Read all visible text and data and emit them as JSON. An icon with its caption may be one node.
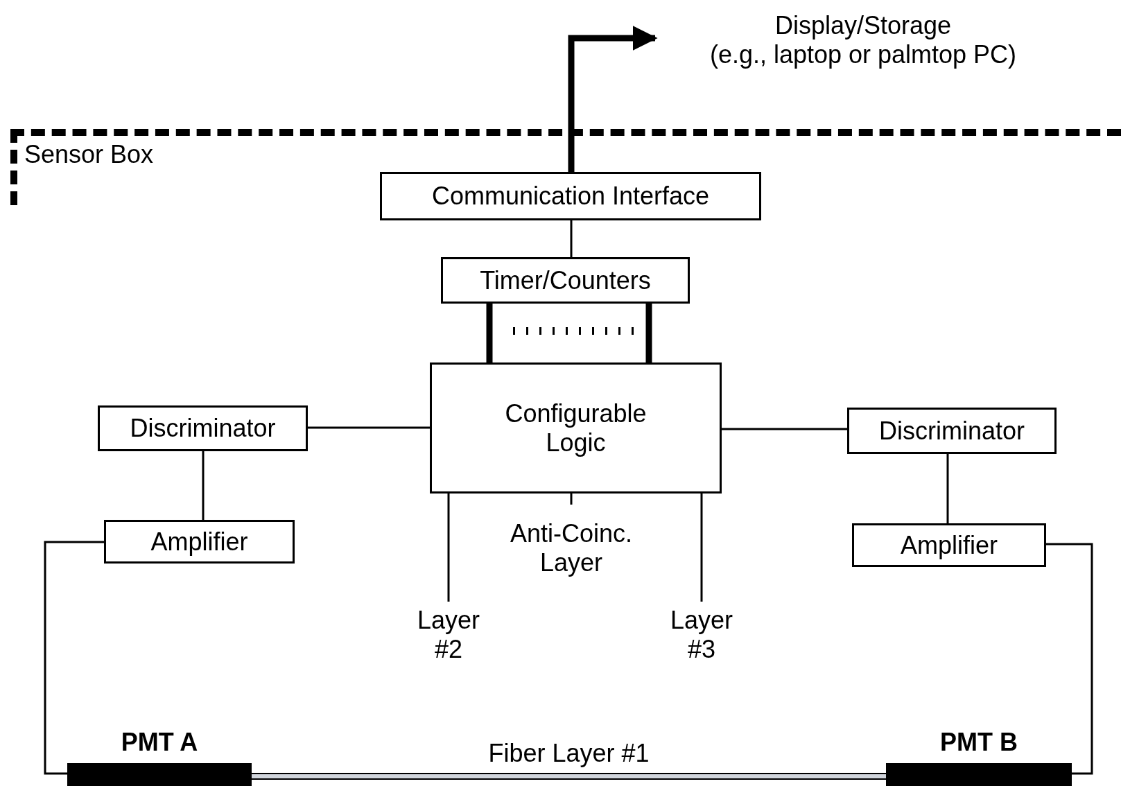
{
  "diagram": {
    "nodes": [
      {
        "text": [
          "Sensor Box"
        ]
      },
      {
        "text": [
          "Display/Storage",
          "(e.g., laptop or palmtop PC)"
        ]
      },
      {
        "text": [
          "Communication Interface"
        ],
        "in": 0
      },
      {
        "text": [
          "Timer/Counters"
        ],
        "in": 0
      },
      {
        "text": [
          "Configurable Logic"
        ],
        "in": 0
      },
      {
        "text": [
          "Discriminator"
        ],
        "in": 0
      },
      {
        "text": [
          "Discriminator"
        ],
        "in": 0
      },
      {
        "text": [
          "Amplifier"
        ],
        "in": 0
      },
      {
        "text": [
          "Amplifier"
        ],
        "in": 0
      },
      {
        "text": [
          "Anti-Coinc. Layer"
        ],
        "in": 0
      },
      {
        "text": [
          "Layer #2"
        ],
        "in": 0
      },
      {
        "text": [
          "Layer #3"
        ],
        "in": 0
      },
      {
        "text": [
          "PMT A"
        ],
        "in": 0
      },
      {
        "text": [
          "PMT B"
        ],
        "in": 0
      },
      {
        "text": [
          "Fiber Layer #1"
        ],
        "in": 0
      }
    ],
    "edges": [
      {
        "from": 2,
        "to": 1,
        "arrow": "to",
        "style": "thick"
      },
      {
        "from": 2,
        "to": 3,
        "arrow": "none"
      },
      {
        "from": 3,
        "to": 4,
        "arrow": "none",
        "style": "thick"
      },
      {
        "from": 3,
        "to": 4,
        "arrow": "none",
        "style": "thick"
      },
      {
        "from": 5,
        "to": 4,
        "arrow": "none"
      },
      {
        "from": 4,
        "to": 6,
        "arrow": "none"
      },
      {
        "from": 5,
        "to": 7,
        "arrow": "none"
      },
      {
        "from": 6,
        "to": 8,
        "arrow": "none"
      },
      {
        "from": 4,
        "to": 10,
        "arrow": "none"
      },
      {
        "from": 4,
        "to": 9,
        "arrow": "none"
      },
      {
        "from": 4,
        "to": 11,
        "arrow": "none"
      },
      {
        "from": 7,
        "to": 12,
        "arrow": "none"
      },
      {
        "from": 8,
        "to": 13,
        "arrow": "none"
      }
    ]
  }
}
